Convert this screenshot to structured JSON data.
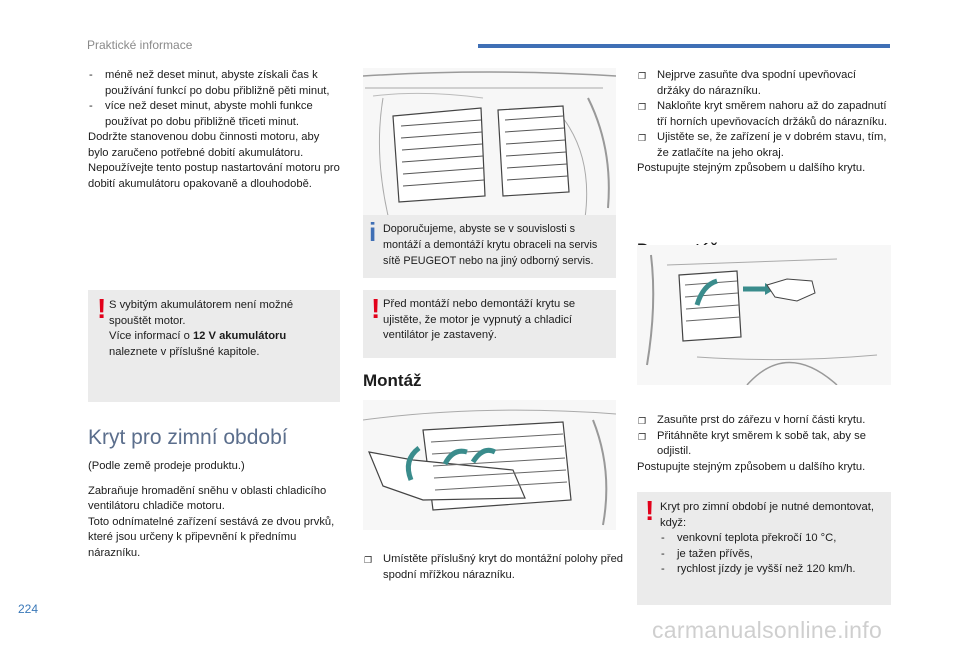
{
  "header": {
    "section": "Praktické informace"
  },
  "page_number": "224",
  "watermark": "carmanualsonline.info",
  "col1": {
    "bullets": [
      "méně než deset minut, abyste získali čas k používání funkcí po dobu přibližně pěti minut,",
      "více než deset minut, abyste mohli funkce používat po dobu přibližně třiceti minut."
    ],
    "bullet_marker": "-",
    "para1": "Dodržte stanovenou dobu činnosti motoru, aby bylo zaručeno potřebné dobití akumulátoru.",
    "para2": "Nepoužívejte tento postup nastartování motoru pro dobití akumulátoru opakovaně a dlouhodobě.",
    "warning": {
      "line1": "S vybitým akumulátorem není možné spouštět motor.",
      "line2_pre": "Více informací o ",
      "line2_bold": "12 V akumulátoru",
      "line2_post": " naleznete v příslušné kapitole."
    },
    "title": "Kryt pro zimní období",
    "sub": "(Podle země prodeje produktu.)",
    "desc1": "Zabraňuje hromadění sněhu v oblasti chladicího ventilátoru chladiče motoru.",
    "desc2": "Toto odnímatelné zařízení sestává ze dvou prvků, které jsou určeny k připevnění k přednímu nárazníku."
  },
  "col2": {
    "info_text": "Doporučujeme, abyste se v souvislosti s montáží a demontáží krytu obraceli na servis sítě PEUGEOT nebo na jiný odborný servis.",
    "warning_text": "Před montáží nebo demontáží krytu se ujistěte, že motor je vypnutý a chladicí ventilátor je zastavený.",
    "montaz_title": "Montáž",
    "montaz_step": "Umístěte příslušný kryt do montážní polohy před spodní mřížkou nárazníku."
  },
  "col3": {
    "steps1": [
      "Nejprve zasuňte dva spodní upevňovací držáky do nárazníku.",
      "Nakloňte kryt směrem nahoru až do zapadnutí tří horních upevňovacích držáků do nárazníku.",
      "Ujistěte se, že zařízení je v dobrém stavu, tím, že zatlačíte na jeho okraj."
    ],
    "repeat1": "Postupujte stejným způsobem u dalšího krytu.",
    "demontaz_title": "Demontáž",
    "steps2": [
      "Zasuňte prst do zářezu v horní části krytu.",
      "Přitáhněte kryt směrem k sobě tak, aby se odjistil."
    ],
    "repeat2": "Postupujte stejným způsobem u dalšího krytu.",
    "warning": {
      "intro": "Kryt pro zimní období je nutné demontovat, když:",
      "items": [
        "venkovní teplota překročí 10 °C,",
        "je tažen přívěs,",
        "rychlost jízdy je vyšší než 120 km/h."
      ]
    }
  },
  "icons": {
    "step_marker": "arrow-right-outline-icon",
    "warning": "exclamation-icon",
    "info": "info-i-icon"
  },
  "colors": {
    "accent": "#3f6fb5",
    "warning": "#e2001a",
    "box_bg": "#ebebeb"
  }
}
